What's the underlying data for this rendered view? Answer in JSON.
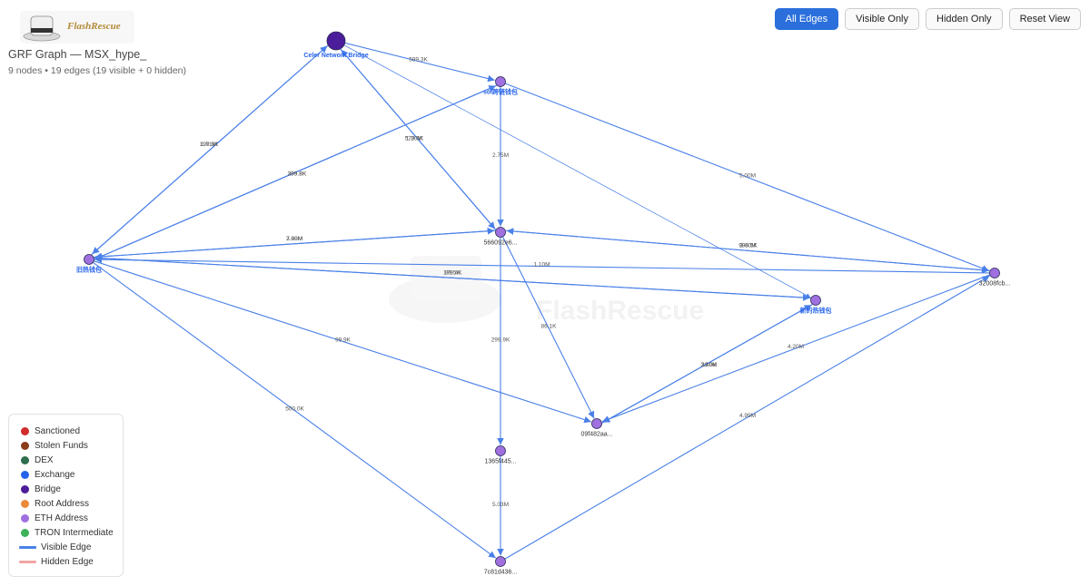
{
  "app": {
    "logo_text": "FlashRescue",
    "watermark_text": "FlashRescue",
    "title": "GRF Graph — MSX_hype_",
    "subtitle": "9 nodes • 19 edges (19 visible + 0 hidden)"
  },
  "toolbar": {
    "all_edges": "All Edges",
    "visible_only": "Visible Only",
    "hidden_only": "Hidden Only",
    "reset_view": "Reset View"
  },
  "colors": {
    "sanctioned": "#d22b2b",
    "stolen_funds": "#8b3a1a",
    "dex": "#2e6e4e",
    "exchange": "#2563eb",
    "bridge": "#4b1d9a",
    "root_address": "#ec8a3c",
    "eth_address": "#a070e0",
    "tron_intermediate": "#3bb25a",
    "visible_edge": "#4a80e8",
    "hidden_edge": "#f2a6a6"
  },
  "legend": [
    {
      "label": "Sanctioned",
      "color": "#d22b2b",
      "kind": "dot"
    },
    {
      "label": "Stolen Funds",
      "color": "#8b3a1a",
      "kind": "dot"
    },
    {
      "label": "DEX",
      "color": "#2e6e4e",
      "kind": "dot"
    },
    {
      "label": "Exchange",
      "color": "#2563eb",
      "kind": "dot"
    },
    {
      "label": "Bridge",
      "color": "#4b1d9a",
      "kind": "dot"
    },
    {
      "label": "Root Address",
      "color": "#ec8a3c",
      "kind": "dot"
    },
    {
      "label": "ETH Address",
      "color": "#a070e0",
      "kind": "dot"
    },
    {
      "label": "TRON Intermediate",
      "color": "#3bb25a",
      "kind": "dot"
    },
    {
      "label": "Visible Edge",
      "color": "#4a80e8",
      "kind": "line"
    },
    {
      "label": "Hidden Edge",
      "color": "#f2a6a6",
      "kind": "line"
    }
  ],
  "graph": {
    "nodes": [
      {
        "id": "celer",
        "label": "Celer Network Bridge",
        "type": "bridge"
      },
      {
        "id": "sol",
        "label": "sol跨链钱包",
        "type": "eth"
      },
      {
        "id": "old",
        "label": "旧热钱包",
        "type": "eth"
      },
      {
        "id": "n566",
        "label": "566092e6...",
        "type": "eth"
      },
      {
        "id": "n320",
        "label": "32008fcb...",
        "type": "eth"
      },
      {
        "id": "newhot",
        "label": "新的热钱包",
        "type": "eth"
      },
      {
        "id": "n09f",
        "label": "09f482aa...",
        "type": "eth"
      },
      {
        "id": "n136",
        "label": "1365f445...",
        "type": "eth"
      },
      {
        "id": "n7c8",
        "label": "7c81d436...",
        "type": "eth"
      }
    ],
    "edges": [
      {
        "from": "celer",
        "to": "sol",
        "label": "599.3K"
      },
      {
        "from": "celer",
        "to": "old",
        "label": "199.9K"
      },
      {
        "from": "old",
        "to": "celer",
        "label": "1.71M"
      },
      {
        "from": "celer",
        "to": "n566",
        "label": "579.6K"
      },
      {
        "from": "n566",
        "to": "celer",
        "label": "1.20M"
      },
      {
        "from": "celer",
        "to": "newhot",
        "label": ""
      },
      {
        "from": "sol",
        "to": "old",
        "label": "399.8K"
      },
      {
        "from": "old",
        "to": "sol",
        "label": "299.8K"
      },
      {
        "from": "sol",
        "to": "n566",
        "label": "2.75M"
      },
      {
        "from": "sol",
        "to": "n320",
        "label": "5.00M"
      },
      {
        "from": "old",
        "to": "n566",
        "label": "3.90M"
      },
      {
        "from": "n566",
        "to": "old",
        "label": "7.89M"
      },
      {
        "from": "n320",
        "to": "old",
        "label": "1.10M"
      },
      {
        "from": "n566",
        "to": "n320",
        "label": "998.5K"
      },
      {
        "from": "n320",
        "to": "n566",
        "label": "3.00M"
      },
      {
        "from": "newhot",
        "to": "old",
        "label": "89.5K"
      },
      {
        "from": "old",
        "to": "newhot",
        "label": "179.4K"
      },
      {
        "from": "old",
        "to": "n09f",
        "label": "99.9K"
      },
      {
        "from": "old",
        "to": "n7c8",
        "label": "500.0K"
      },
      {
        "from": "n566",
        "to": "n09f",
        "label": "86.1K"
      },
      {
        "from": "n566",
        "to": "n136",
        "label": "299.9K"
      },
      {
        "from": "newhot",
        "to": "n09f",
        "label": "20.0K"
      },
      {
        "from": "n09f",
        "to": "newhot",
        "label": "3.80M"
      },
      {
        "from": "n320",
        "to": "n09f",
        "label": "4.20M"
      },
      {
        "from": "n7c8",
        "to": "n320",
        "label": "4.99M"
      },
      {
        "from": "n136",
        "to": "n7c8",
        "label": "5.03M"
      }
    ]
  }
}
